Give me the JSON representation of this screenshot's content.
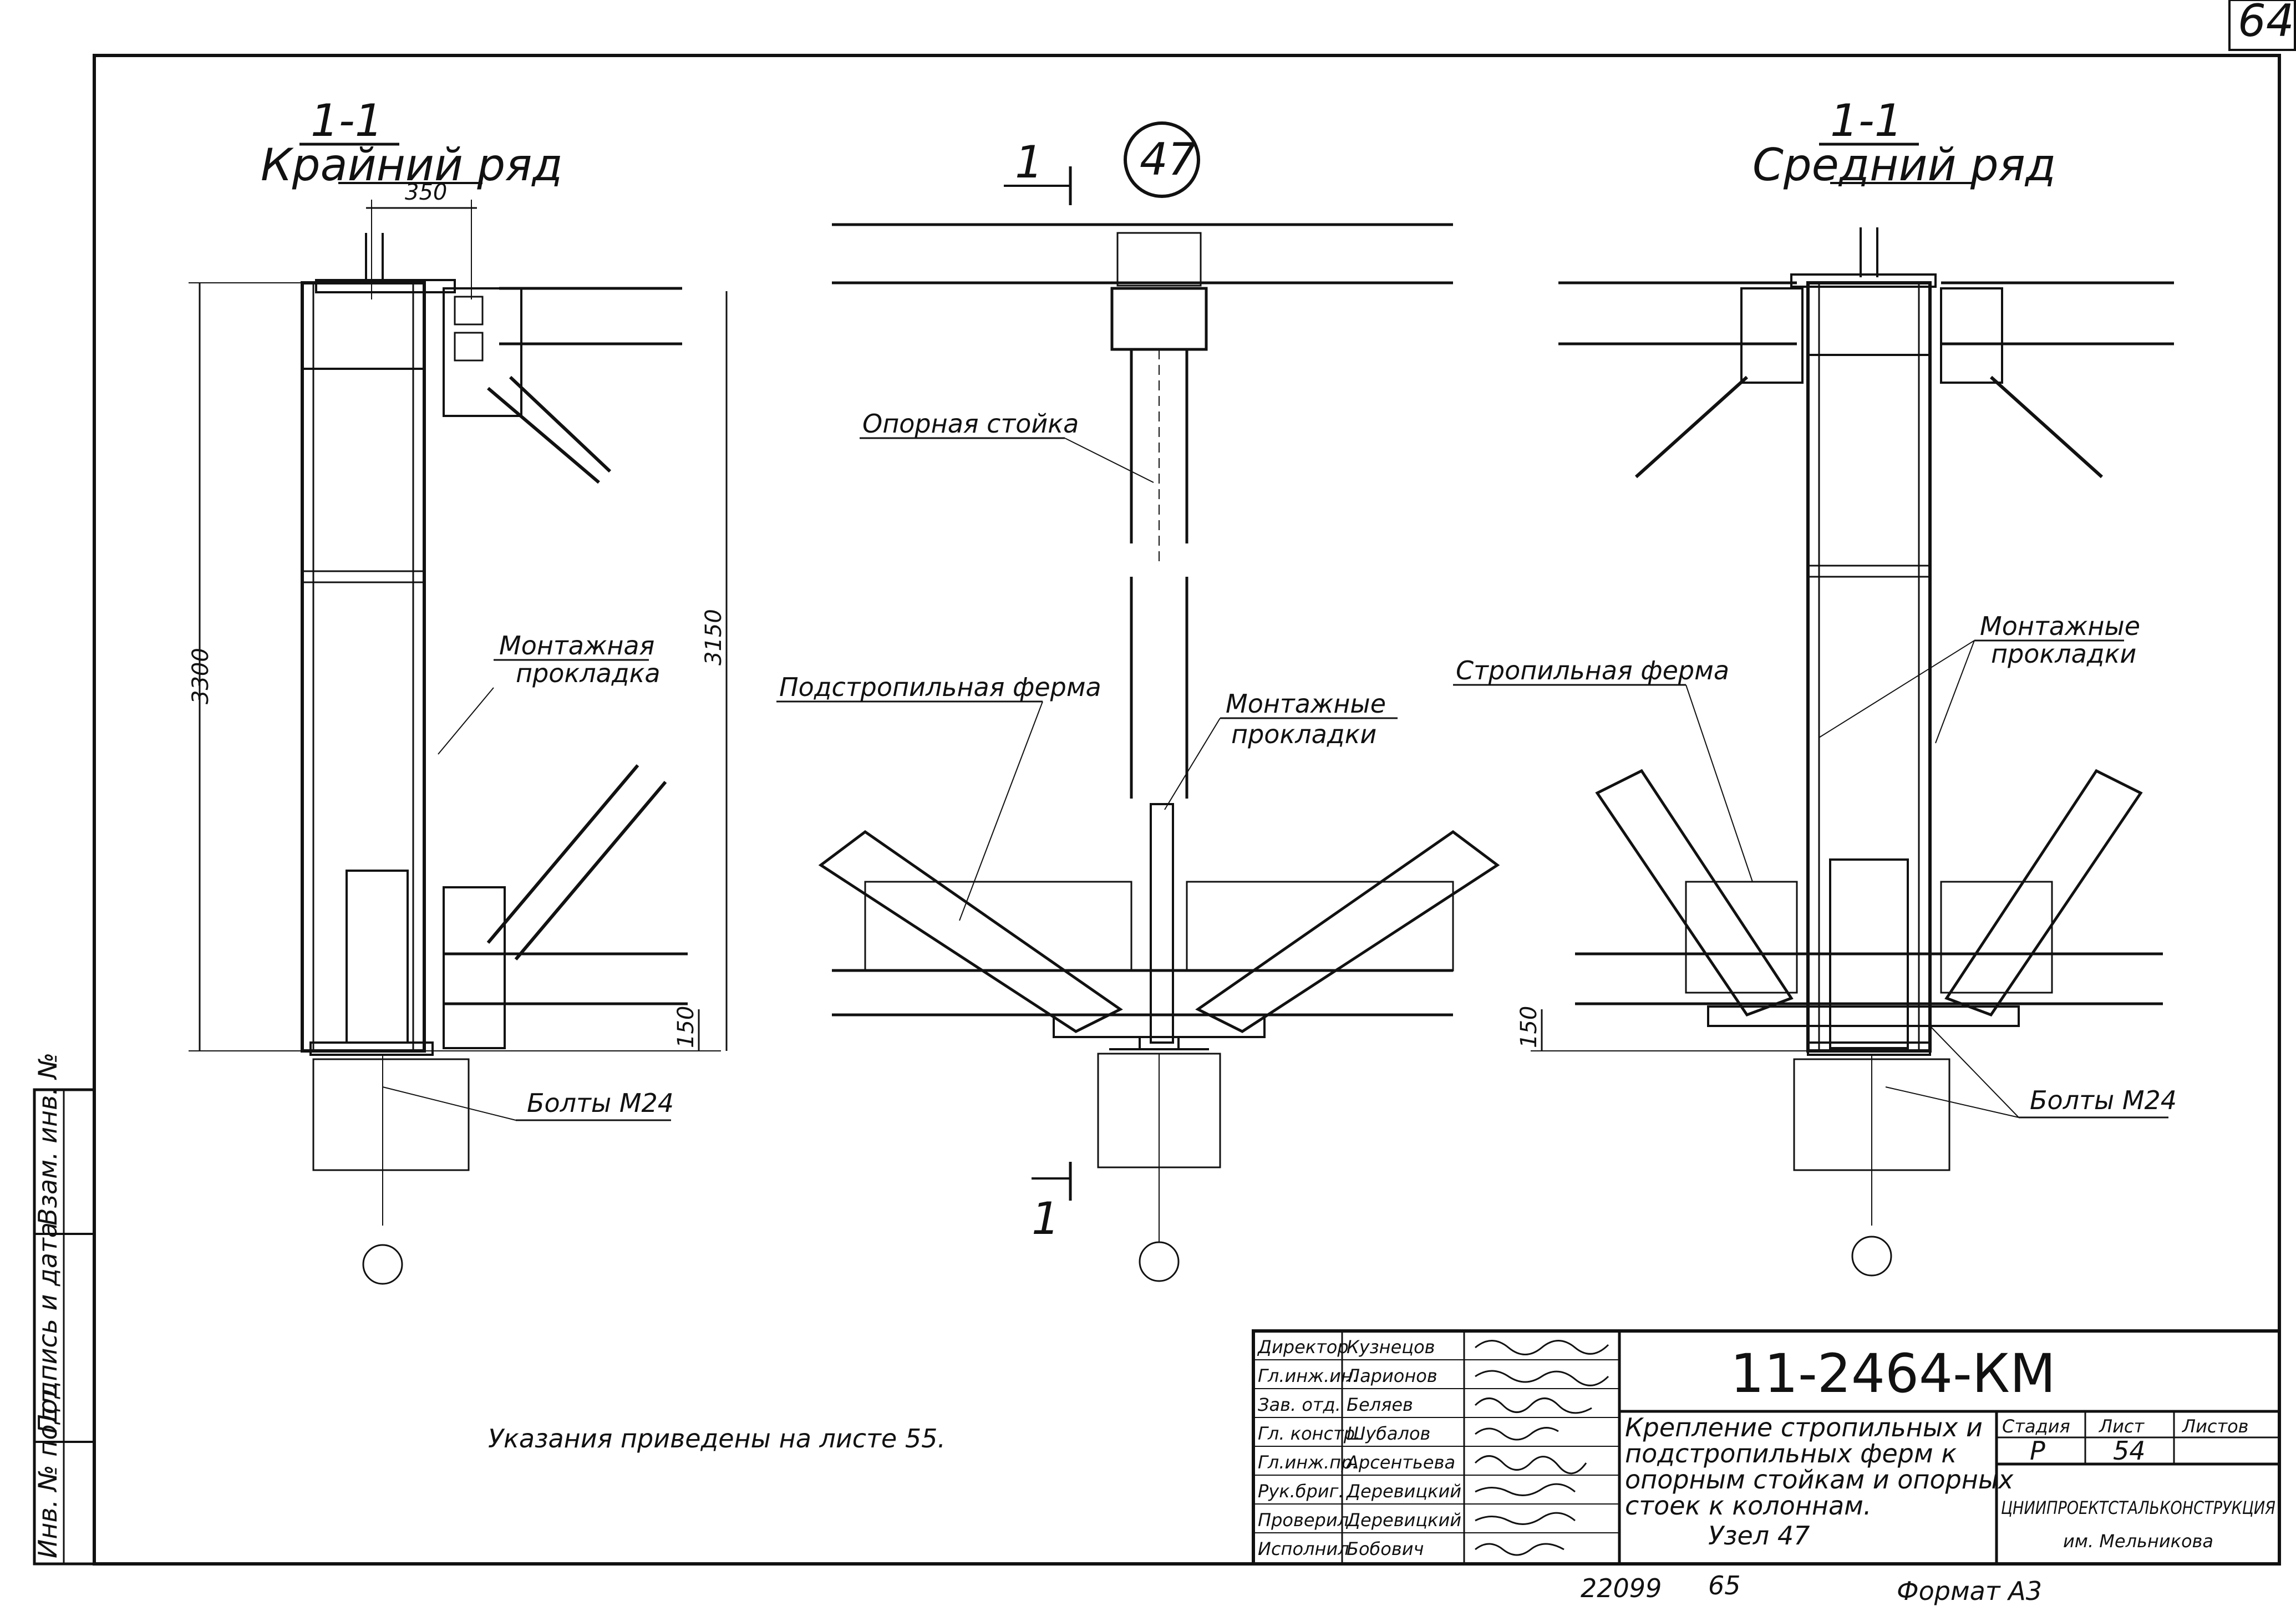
{
  "page_number": "64",
  "left": {
    "section_mark": "1-1",
    "section_title": "Крайний ряд",
    "dim_top": "350",
    "dim_height": "3300",
    "dim_inner": "3150",
    "dim_base": "150",
    "label_pad": "Монтажная прокладка",
    "label_pad_line1": "Монтажная",
    "label_pad_line2": "прокладка",
    "label_bolts": "Болты М24"
  },
  "center": {
    "node_number": "47",
    "cut_mark_top": "1",
    "cut_mark_bottom": "1",
    "label_post": "Опорная стойка",
    "label_subtruss": "Подстропильная ферма",
    "label_pads_line1": "Монтажные",
    "label_pads_line2": "прокладки"
  },
  "right": {
    "section_mark": "1-1",
    "section_title": "Средний ряд",
    "dim_base": "150",
    "label_truss": "Стропильная ферма",
    "label_pads_line1": "Монтажные",
    "label_pads_line2": "прокладки",
    "label_bolts": "Болты М24"
  },
  "note": "Указания     приведены     на листе   55.",
  "side_stamp": {
    "cell1": "Инв. № подл.",
    "cell2": "Подпись и дата",
    "cell3": "Взам. инв. №"
  },
  "title_block": {
    "designation": "11-2464-КМ",
    "staff": [
      {
        "role": "Директор",
        "name": "Кузнецов"
      },
      {
        "role": "Гл.инж.ин.",
        "name": "Ларионов"
      },
      {
        "role": "Зав. отд.",
        "name": "Беляев"
      },
      {
        "role": "Гл. констр.",
        "name": "Шубалов"
      },
      {
        "role": "Гл.инж.пр.",
        "name": "Арсентьева"
      },
      {
        "role": "Рук.бриг.",
        "name": "Деревицкий"
      },
      {
        "role": "Проверил",
        "name": "Деревицкий"
      },
      {
        "role": "Исполнил",
        "name": "Бобович"
      }
    ],
    "description_lines": [
      "Крепление стропильных и",
      "подстропильных ферм к",
      "опорным стойкам и опорных",
      "стоек к колоннам.",
      "Узел 47"
    ],
    "stage_header": "Стадия",
    "sheet_header": "Лист",
    "sheets_header": "Листов",
    "stage": "Р",
    "sheet": "54",
    "sheets": "",
    "org_line1": "ЦНИИПРОЕКТСТАЛЬКОНСТРУКЦИЯ",
    "org_line2": "им. Мельникова"
  },
  "footer": {
    "code": "22099",
    "number": "65",
    "format": "Формат А3"
  }
}
